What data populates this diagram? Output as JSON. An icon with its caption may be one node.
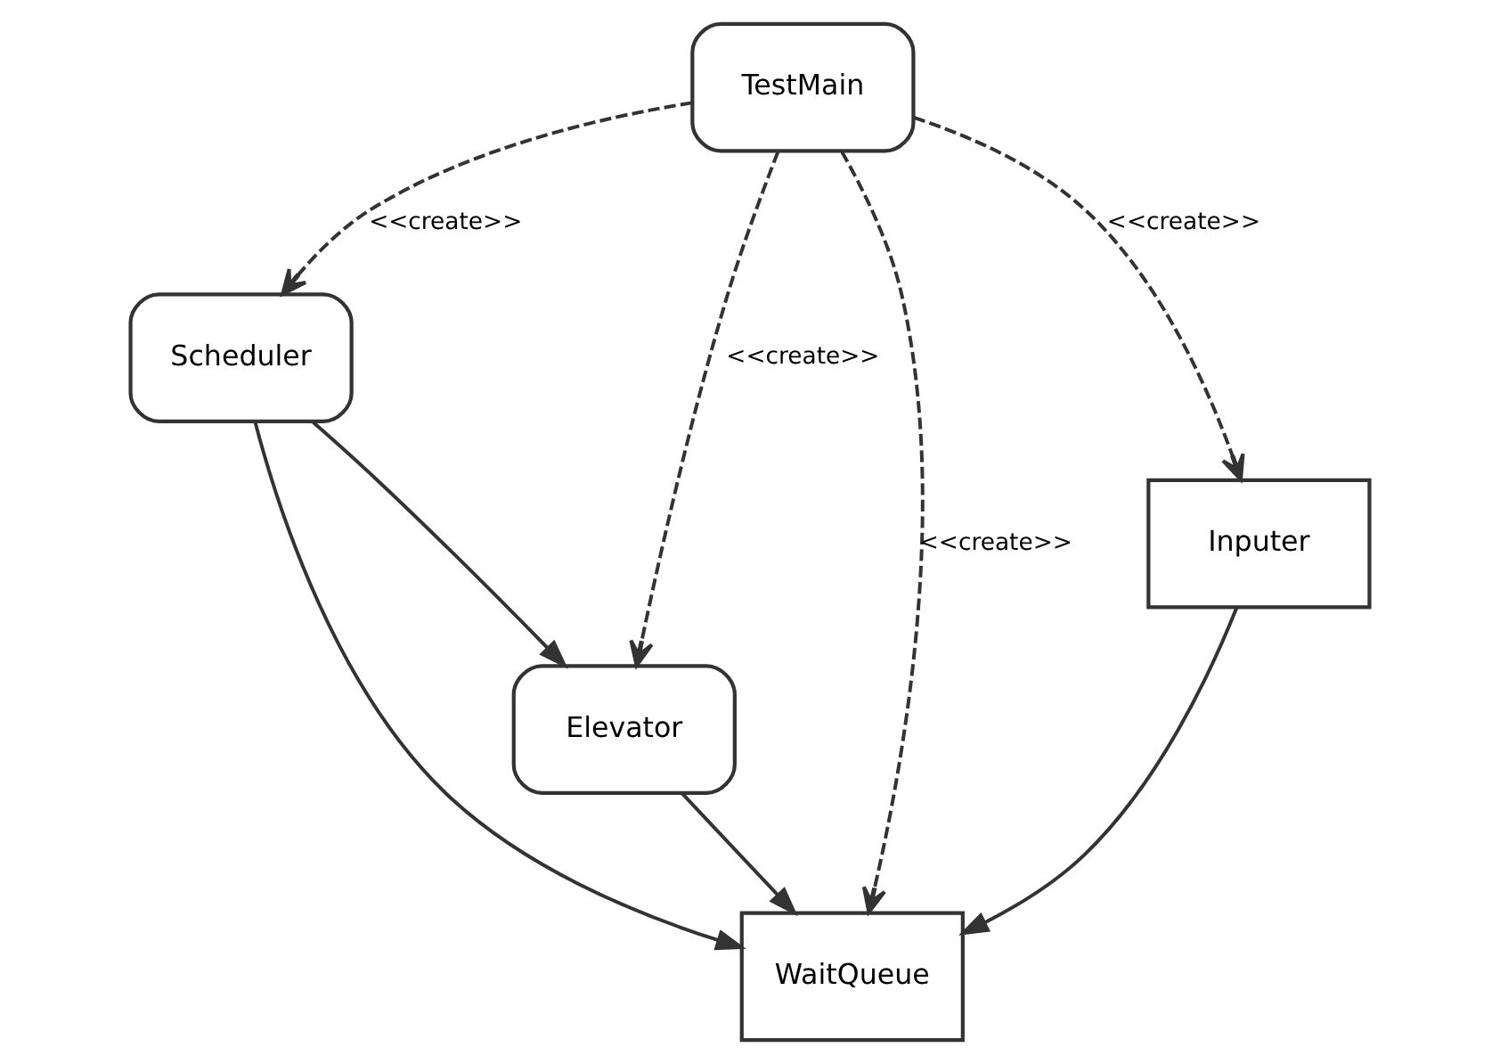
{
  "diagram": {
    "nodes": [
      {
        "text": [
          "Scheduler"
        ]
      },
      {
        "text": [
          "WaitQueue"
        ]
      },
      {
        "text": [
          "Elevator"
        ]
      },
      {
        "text": [
          "Inputer"
        ]
      },
      {
        "text": [
          "TestMain"
        ]
      }
    ],
    "edges": [
      {
        "from": 0,
        "to": 2,
        "arrow": "to"
      },
      {
        "from": 0,
        "to": 1,
        "arrow": "to"
      },
      {
        "from": 2,
        "to": 1,
        "arrow": "to"
      },
      {
        "from": 3,
        "to": 1,
        "arrow": "to"
      },
      {
        "from": 4,
        "to": 0,
        "arrow": "to",
        "style": "dashed",
        "label": "<<create>>"
      },
      {
        "from": 4,
        "to": 1,
        "arrow": "to",
        "style": "dashed",
        "label": "<<create>>"
      },
      {
        "from": 4,
        "to": 2,
        "arrow": "to",
        "style": "dashed",
        "label": "<<create>>"
      },
      {
        "from": 4,
        "to": 3,
        "arrow": "to",
        "style": "dashed",
        "label": "<<create>>"
      }
    ]
  }
}
